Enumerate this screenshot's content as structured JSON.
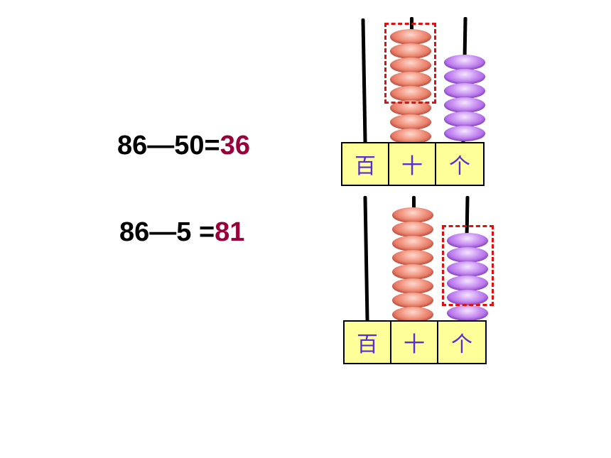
{
  "equations": [
    {
      "left": "86—50=",
      "answer": "36"
    },
    {
      "left": "86—5 =",
      "answer": "81"
    }
  ],
  "abacus_labels": [
    "百",
    "十",
    "个"
  ],
  "abaci": [
    {
      "tens": 8,
      "ones": 6,
      "highlight": "tens 5"
    },
    {
      "tens": 8,
      "ones": 6,
      "highlight": "ones 5"
    }
  ],
  "colors": {
    "answer": "#99003b",
    "tens_bead": "#e8806e",
    "ones_bead": "#b97af0",
    "highlight": "#e01010",
    "base": "#ffff99",
    "label": "#5b2bd6"
  }
}
